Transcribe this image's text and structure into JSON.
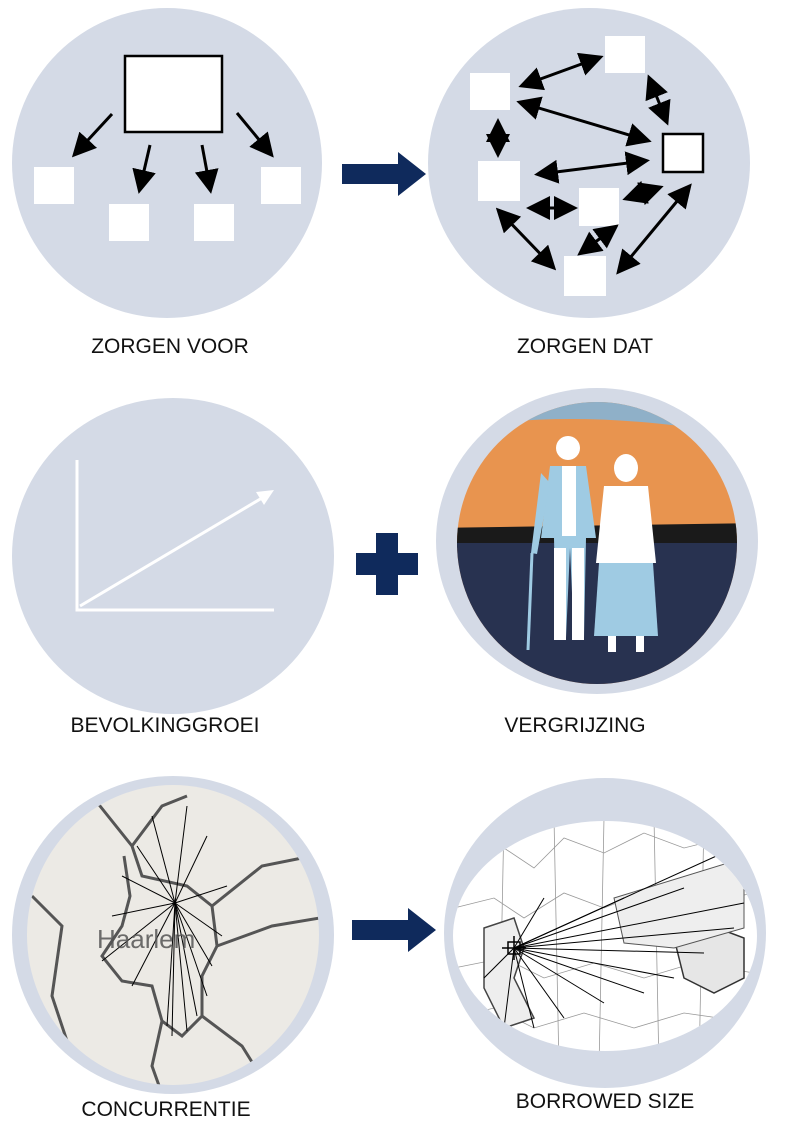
{
  "labels": {
    "zorgen_voor": "ZORGEN VOOR",
    "zorgen_dat": "ZORGEN DAT",
    "bevolkinggroei": "BEVOLKINGGROEI",
    "vergrijzing": "VERGRIJZING",
    "concurrentie": "CONCURRENTIE",
    "borrowed_size": "BORROWED SIZE"
  },
  "map": {
    "city_label": "Haarlem"
  },
  "colors": {
    "circle": "#d4dae6",
    "navy": "#0f2a5c",
    "orange": "#e8944f",
    "dark": "#283250",
    "light_blue": "#9fcbe3"
  },
  "icons": {
    "arrow": "right-arrow-icon",
    "plus": "plus-icon"
  }
}
